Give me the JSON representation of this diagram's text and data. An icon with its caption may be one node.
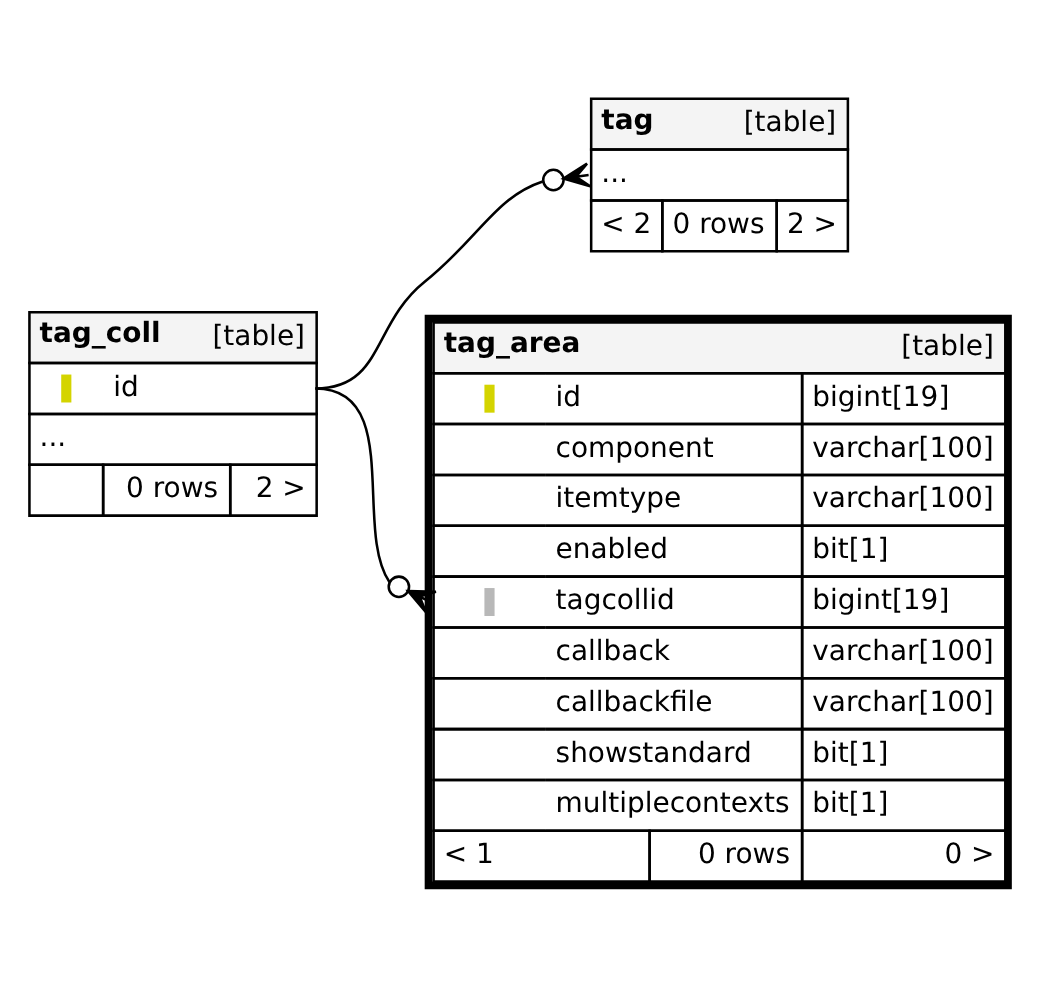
{
  "diagram": {
    "nodes": [
      {
        "text": [
          "tag",
          "[table]",
          "...",
          "< 2",
          "0 rows",
          "2 >"
        ]
      },
      {
        "text": [
          "tag_coll",
          "[table]",
          "id",
          "...",
          "0 rows",
          "2 >"
        ]
      },
      {
        "text": [
          "tag_area",
          "[table]",
          "id",
          "bigint[19]",
          "component",
          "varchar[100]",
          "itemtype",
          "varchar[100]",
          "enabled",
          "bit[1]",
          "tagcollid",
          "bigint[19]",
          "callback",
          "varchar[100]",
          "callbackfile",
          "varchar[100]",
          "showstandard",
          "bit[1]",
          "multiplecontexts",
          "bit[1]",
          "< 1",
          "0 rows",
          "0 >"
        ]
      }
    ],
    "edges": [
      {
        "from": 1,
        "to": 0,
        "arrow": "other"
      },
      {
        "from": 1,
        "to": 2,
        "arrow": "other"
      }
    ]
  }
}
